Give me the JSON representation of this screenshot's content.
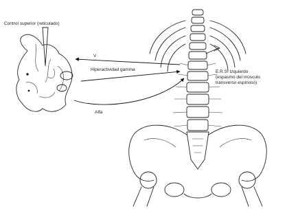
{
  "labels": {
    "top_left": "Control superior (reticulado)",
    "upper_arrow": "V",
    "middle_arrow": "Hiperactividad gamma",
    "lower_arrow": "Alfa",
    "right_line1": "E.R.S. Izquierdo",
    "right_line2": "(espasmo del músculo",
    "right_line3": "transverso espinoso)"
  },
  "icons": {
    "brain": "brain-icon",
    "spine": "spine-pelvis-icon"
  }
}
